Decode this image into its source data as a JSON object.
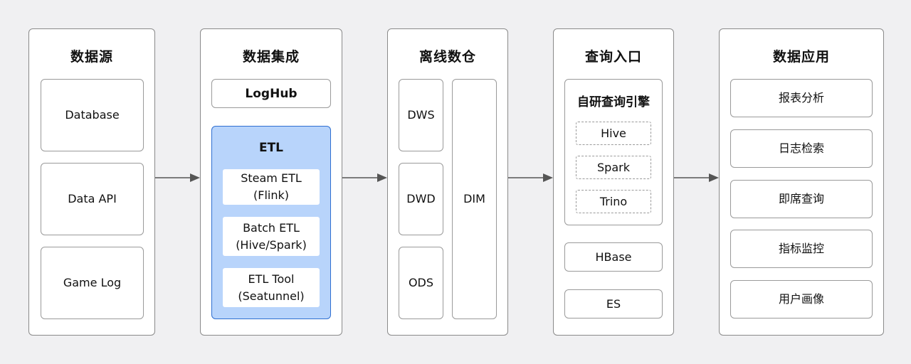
{
  "columns": {
    "sources": {
      "title": "数据源",
      "items": [
        "Database",
        "Data API",
        "Game Log"
      ]
    },
    "integration": {
      "title": "数据集成",
      "loghub": "LogHub",
      "etl": {
        "title": "ETL",
        "items": [
          {
            "line1": "Steam ETL",
            "line2": "(Flink)"
          },
          {
            "line1": "Batch ETL",
            "line2": "(Hive/Spark)"
          },
          {
            "line1": "ETL Tool",
            "line2": "(Seatunnel)"
          }
        ]
      }
    },
    "warehouse": {
      "title": "离线数仓",
      "layers": [
        "DWS",
        "DWD",
        "ODS"
      ],
      "dim": "DIM"
    },
    "query": {
      "title": "查询入口",
      "engine": {
        "title": "自研查询引擎",
        "items": [
          "Hive",
          "Spark",
          "Trino"
        ]
      },
      "others": [
        "HBase",
        "ES"
      ]
    },
    "applications": {
      "title": "数据应用",
      "items": [
        "报表分析",
        "日志检索",
        "即席查询",
        "指标监控",
        "用户画像"
      ]
    }
  },
  "colors": {
    "background": "#f0f0f2",
    "panel_border": "#8a8a8a",
    "etl_fill": "#b8d4fb",
    "etl_border": "#2f6fd1",
    "arrow": "#555555"
  }
}
